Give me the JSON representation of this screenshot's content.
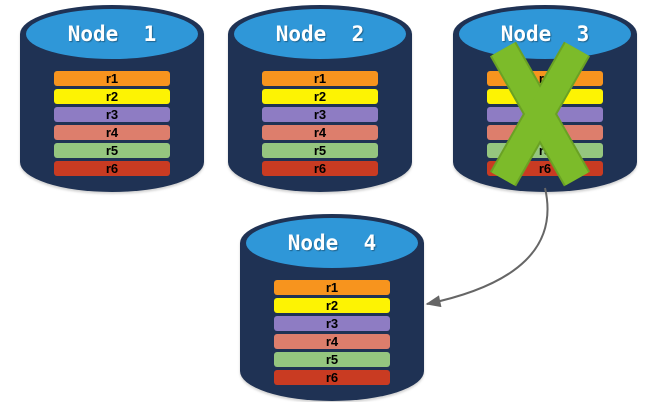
{
  "palette": {
    "cylinder_body": "#1f3254",
    "cylinder_top": "#2f97d8",
    "title_text": "#ffffff",
    "row_text": "#000000"
  },
  "rows": [
    {
      "label": "r1",
      "color": "#F7941E"
    },
    {
      "label": "r2",
      "color": "#FDF303"
    },
    {
      "label": "r3",
      "color": "#8E7CC3"
    },
    {
      "label": "r4",
      "color": "#DD7E6C"
    },
    {
      "label": "r5",
      "color": "#95C67F"
    },
    {
      "label": "r6",
      "color": "#C93B22"
    }
  ],
  "nodes": [
    {
      "title": "Node  1",
      "failed": false
    },
    {
      "title": "Node  2",
      "failed": false
    },
    {
      "title": "Node  3",
      "failed": true
    },
    {
      "title": "Node  4",
      "failed": false
    }
  ],
  "failure_mark": {
    "symbol": "X",
    "on_node": "Node 3",
    "color": "#7CBB2A",
    "edge_color": "#6AA124"
  },
  "arrow": {
    "from": "Node 3",
    "to": "Node 4",
    "color": "#666666"
  }
}
